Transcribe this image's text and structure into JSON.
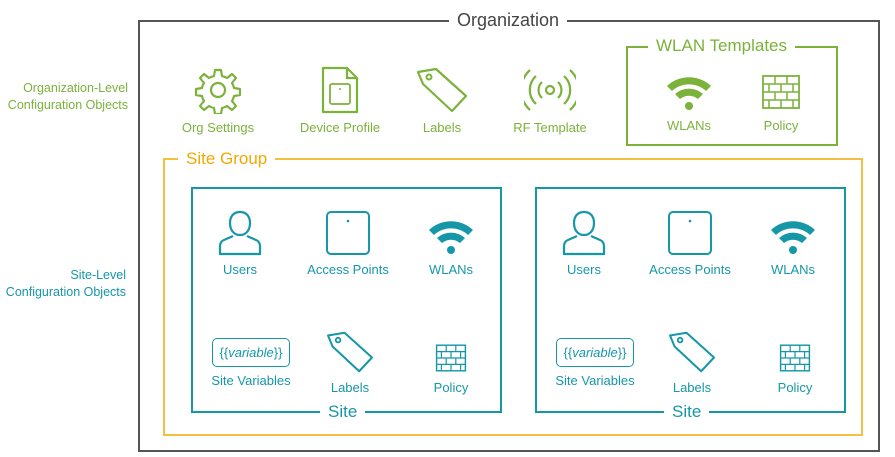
{
  "organization": {
    "title": "Organization"
  },
  "org_level_label": "Organization-Level Configuration Objects",
  "site_level_label": "Site-Level Configuration Objects",
  "org_objects": [
    {
      "label": "Org Settings",
      "icon": "gear-icon"
    },
    {
      "label": "Device Profile",
      "icon": "document-icon"
    },
    {
      "label": "Labels",
      "icon": "tag-icon"
    },
    {
      "label": "RF Template",
      "icon": "radio-signal-icon"
    }
  ],
  "wlan_templates": {
    "title": "WLAN Templates",
    "items": [
      {
        "label": "WLANs",
        "icon": "wifi-icon"
      },
      {
        "label": "Policy",
        "icon": "firewall-icon"
      }
    ]
  },
  "site_group": {
    "title": "Site Group"
  },
  "sites": [
    {
      "title": "Site",
      "users": "Users",
      "access_points": "Access Points",
      "wlans": "WLANs",
      "variable_open": "{{",
      "variable_word": "variable",
      "variable_close": "}}",
      "site_variables": "Site Variables",
      "labels": "Labels",
      "policy": "Policy"
    },
    {
      "title": "Site",
      "users": "Users",
      "access_points": "Access Points",
      "wlans": "WLANs",
      "variable_open": "{{",
      "variable_word": "variable",
      "variable_close": "}}",
      "site_variables": "Site Variables",
      "labels": "Labels",
      "policy": "Policy"
    }
  ],
  "colors": {
    "org_level": "#7bb23a",
    "site_level": "#1697a8",
    "site_group": "#f5bf42",
    "frame": "#555555"
  }
}
